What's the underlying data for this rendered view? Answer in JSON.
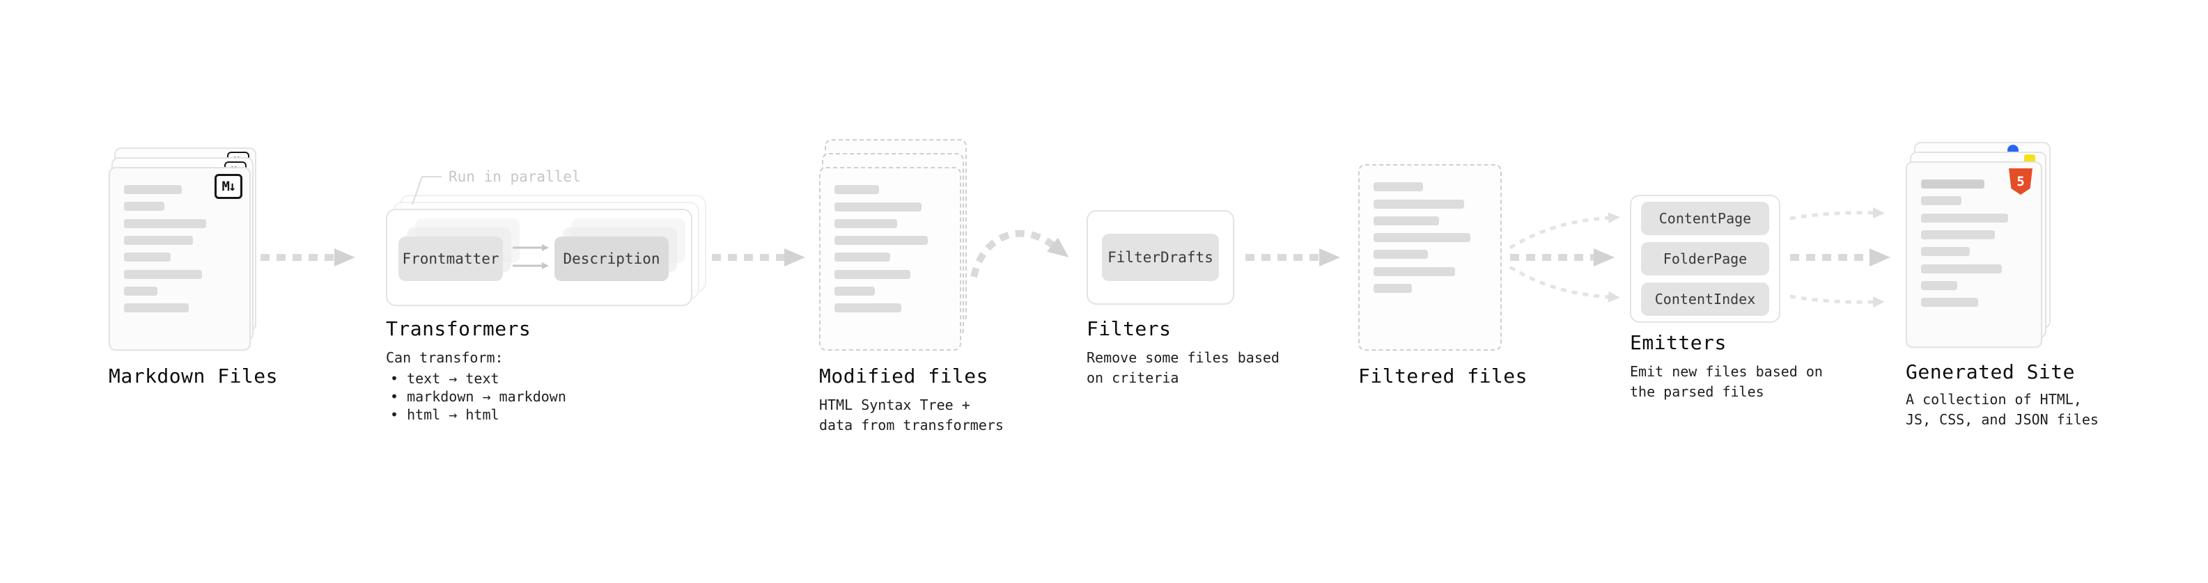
{
  "diagram": {
    "markdown_files": {
      "label": "Markdown Files",
      "badge": "M↓"
    },
    "transformers": {
      "label": "Transformers",
      "annotation": "Run in parallel",
      "box_frontmatter": "Frontmatter",
      "box_description": "Description",
      "desc_title": "Can transform:",
      "bullets": [
        "• text → text",
        "• markdown → markdown",
        "• html → html"
      ]
    },
    "modified_files": {
      "label": "Modified files",
      "description": "HTML Syntax Tree +\ndata from transformers"
    },
    "filters": {
      "label": "Filters",
      "box_filterdrafts": "FilterDrafts",
      "description": "Remove some files based\non criteria"
    },
    "filtered_files": {
      "label": "Filtered files"
    },
    "emitters": {
      "label": "Emitters",
      "box_contentpage": "ContentPage",
      "box_folderpage": "FolderPage",
      "box_contentindex": "ContentIndex",
      "description": "Emit new files based on\nthe parsed files"
    },
    "generated_site": {
      "label": "Generated Site",
      "badge_html5": "5",
      "description": "A collection of HTML,\nJS, CSS, and JSON files"
    }
  },
  "colors": {
    "arrow": "#dadada",
    "html5_badge": "#e44d26",
    "js_badge": "#f7df1e",
    "css_badge": "#2965f1",
    "skeleton_bar": "#dcdcdc"
  }
}
